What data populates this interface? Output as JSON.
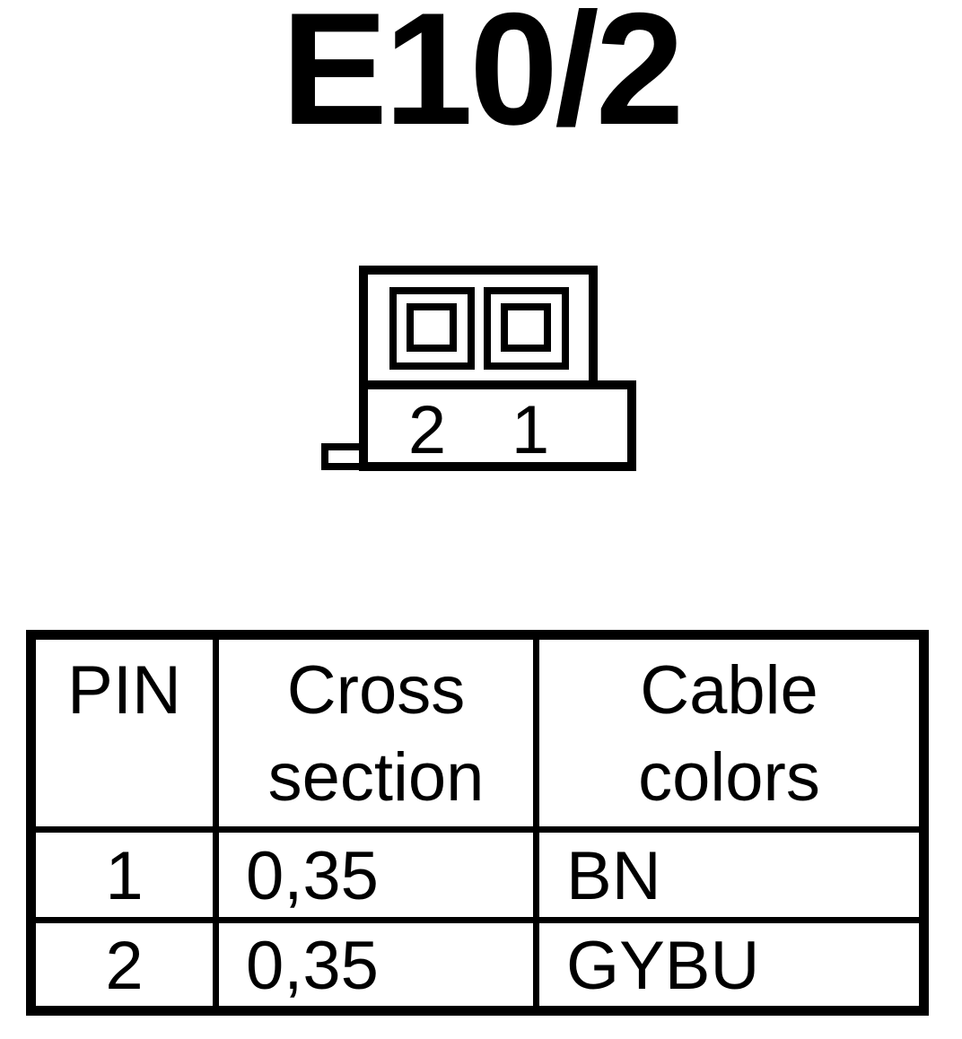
{
  "diagram": {
    "title": "E10/2",
    "connector": {
      "pin_labels": [
        "2",
        "1"
      ]
    },
    "table": {
      "headers": [
        {
          "lines": [
            "PIN"
          ]
        },
        {
          "lines": [
            "Cross",
            "section"
          ]
        },
        {
          "lines": [
            "Cable",
            "colors"
          ]
        }
      ],
      "rows": [
        {
          "pin": "1",
          "cross_section": "0,35",
          "color": "BN"
        },
        {
          "pin": "2",
          "cross_section": "0,35",
          "color": "GYBU"
        }
      ]
    }
  }
}
